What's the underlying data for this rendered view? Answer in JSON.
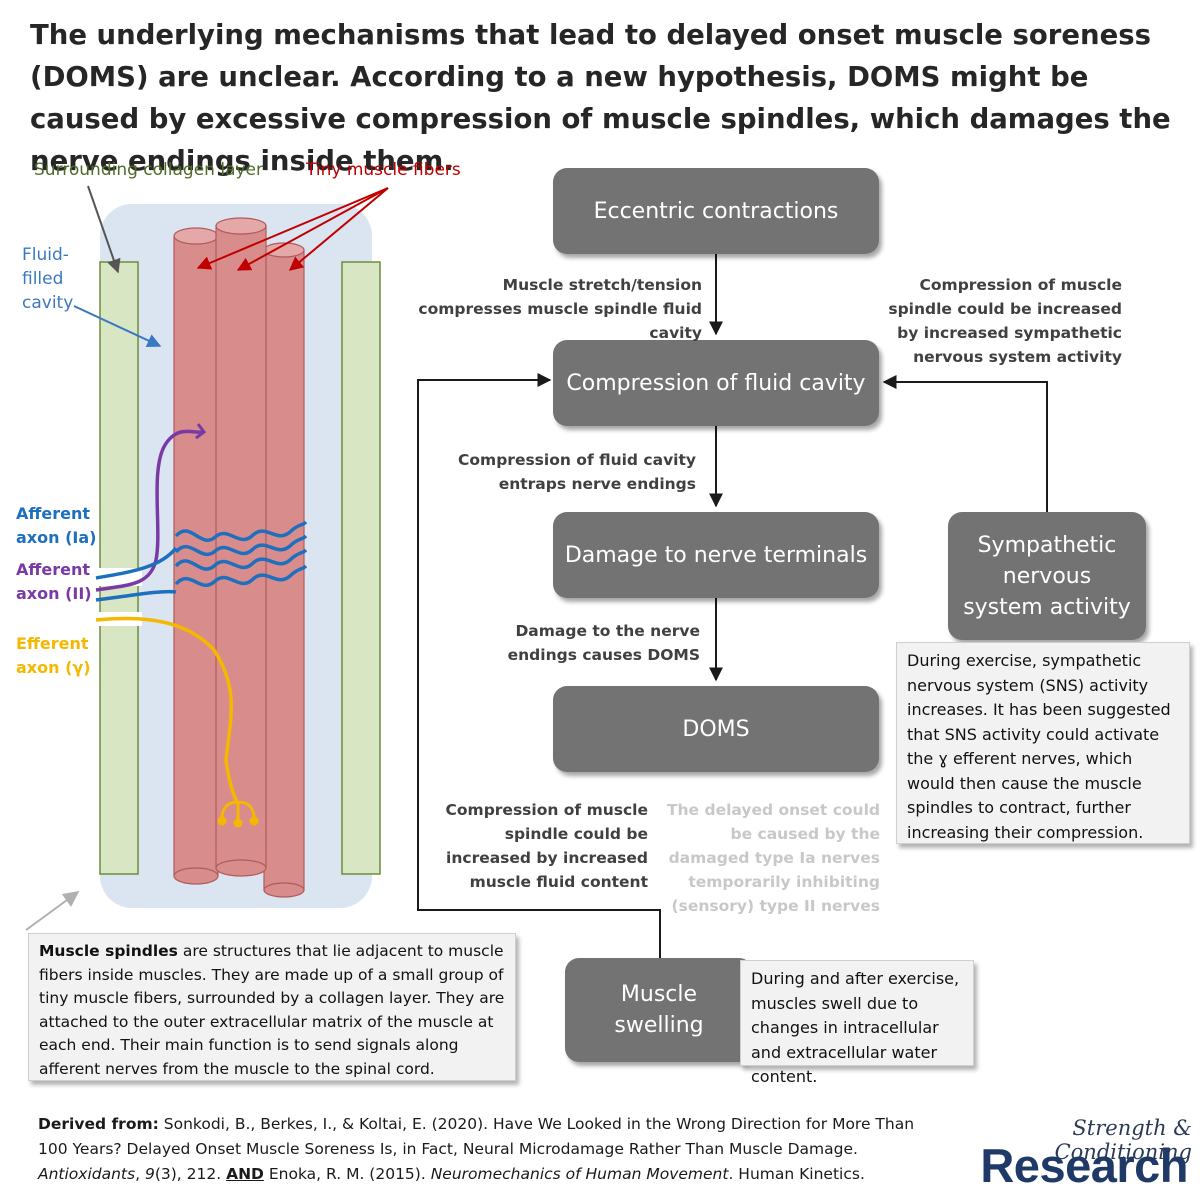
{
  "title": "The underlying mechanisms that lead to delayed onset muscle soreness (DOMS) are unclear. According to a new hypothesis, DOMS might be caused by excessive compression of muscle spindles, which damages the nerve endings inside them.",
  "spindle": {
    "collagen_label": "Surrounding collagen layer",
    "fibers_label": "Tiny muscle fibers",
    "cavity_label": "Fluid-\nfilled\ncavity",
    "afferent_ia": "Afferent\naxon (Ia)",
    "afferent_ii": "Afferent\naxon (II)",
    "efferent": "Efferent\naxon (γ)",
    "description_bold": "Muscle spindles",
    "description_rest": " are structures that lie adjacent to muscle fibers inside muscles. They are made up of a small group of tiny muscle fibers, surrounded by a collagen layer. They are attached to the outer extracellular matrix of the muscle at each end. Their main function is to send signals along afferent nerves from the muscle to the spinal cord."
  },
  "flow": {
    "eccentric": "Eccentric contractions",
    "compression": "Compression of fluid cavity",
    "damage": "Damage to nerve terminals",
    "doms": "DOMS",
    "sns": "Sympathetic nervous system activity",
    "swelling": "Muscle swelling",
    "label_stretch": "Muscle stretch/tension compresses muscle spindle fluid cavity",
    "label_entraps": "Compression of fluid cavity entraps nerve endings",
    "label_damage": "Damage to the nerve endings causes DOMS",
    "label_sns": "Compression of muscle spindle could be increased by increased sympathetic nervous system activity",
    "label_fluid": "Compression of muscle spindle could be increased by increased muscle fluid content",
    "label_delayed": "The delayed onset could be caused by the damaged type Ia nerves temporarily inhibiting (sensory) type II nerves",
    "note_sns": "During exercise, sympathetic nervous system (SNS) activity increases. It has been suggested that SNS activity could activate the ɣ efferent nerves, which would then cause the muscle spindles to contract, further increasing their compression.",
    "note_swelling": "During and after exercise, muscles swell due to changes in intracellular and extracellular water content."
  },
  "footer": {
    "derived_label": "Derived from:",
    "ref1": " Sonkodi, B., Berkes, I., & Koltai, E. (2020). Have We Looked in the Wrong Direction for More Than 100 Years? Delayed Onset Muscle Soreness Is, in Fact, Neural Microdamage Rather Than Muscle Damage. ",
    "ref1_journal": "Antioxidants",
    "ref1_comma": ", ",
    "ref1_volume": "9",
    "ref1_pages": "(3), 212. ",
    "and": "AND",
    "ref2": " Enoka, R. M. (2015). ",
    "ref2_title": "Neuromechanics of Human Movement",
    "ref2_pub": ". Human Kinetics."
  },
  "brand": {
    "line1": "Strength & Conditioning",
    "line2": "Research"
  },
  "colors": {
    "box": "#737373",
    "fiber": "#d98c8c",
    "collagen": "#d9e6c4",
    "cavity": "#dbe5f1",
    "afferent_ia": "#1f6fbf",
    "afferent_ii": "#7a3aa5",
    "efferent": "#f5b800",
    "collagen_label": "#4f6b2a",
    "fibers_label": "#c00000",
    "cavity_label": "#3b78c2"
  }
}
